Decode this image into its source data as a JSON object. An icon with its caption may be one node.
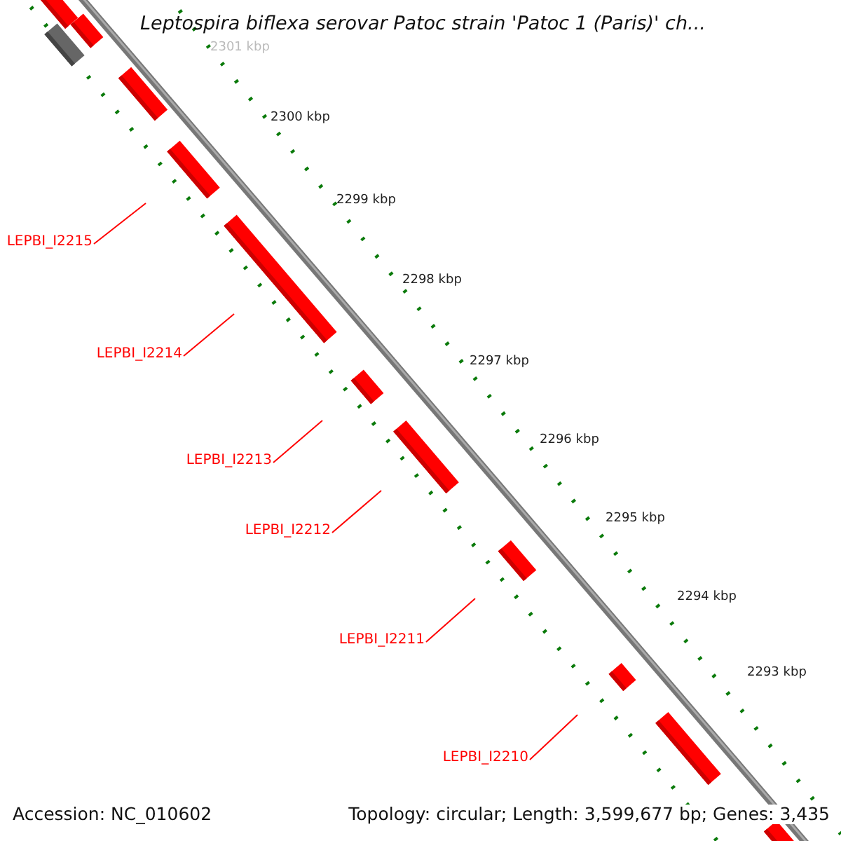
{
  "diagram": {
    "title": "Leptospira biflexa serovar Patoc strain 'Patoc 1 (Paris)' ch...",
    "nodes": [
      {
        "text": [
          "LEPBI_I2215"
        ]
      },
      {
        "text": [
          "LEPBI_I2214"
        ]
      },
      {
        "text": [
          "LEPBI_I2213"
        ]
      },
      {
        "text": [
          "LEPBI_I2212"
        ]
      },
      {
        "text": [
          "LEPBI_I2211"
        ]
      },
      {
        "text": [
          "LEPBI_I2210"
        ]
      }
    ],
    "edges": [
      {
        "from": 0,
        "to": null,
        "arrow": "none"
      },
      {
        "from": 1,
        "to": null,
        "arrow": "none"
      },
      {
        "from": 2,
        "to": null,
        "arrow": "none"
      },
      {
        "from": 3,
        "to": null,
        "arrow": "none"
      },
      {
        "from": 4,
        "to": null,
        "arrow": "none"
      },
      {
        "from": 5,
        "to": null,
        "arrow": "none"
      }
    ],
    "labels": [
      "2301 kbp",
      "2300 kbp",
      "2299 kbp",
      "2298 kbp",
      "2297 kbp",
      "2296 kbp",
      "2295 kbp",
      "2294 kbp",
      "2293 kbp",
      "Accession: NC_010602",
      "Topology: circular; Length: 3,599,677 bp; Genes: 3,435"
    ]
  }
}
